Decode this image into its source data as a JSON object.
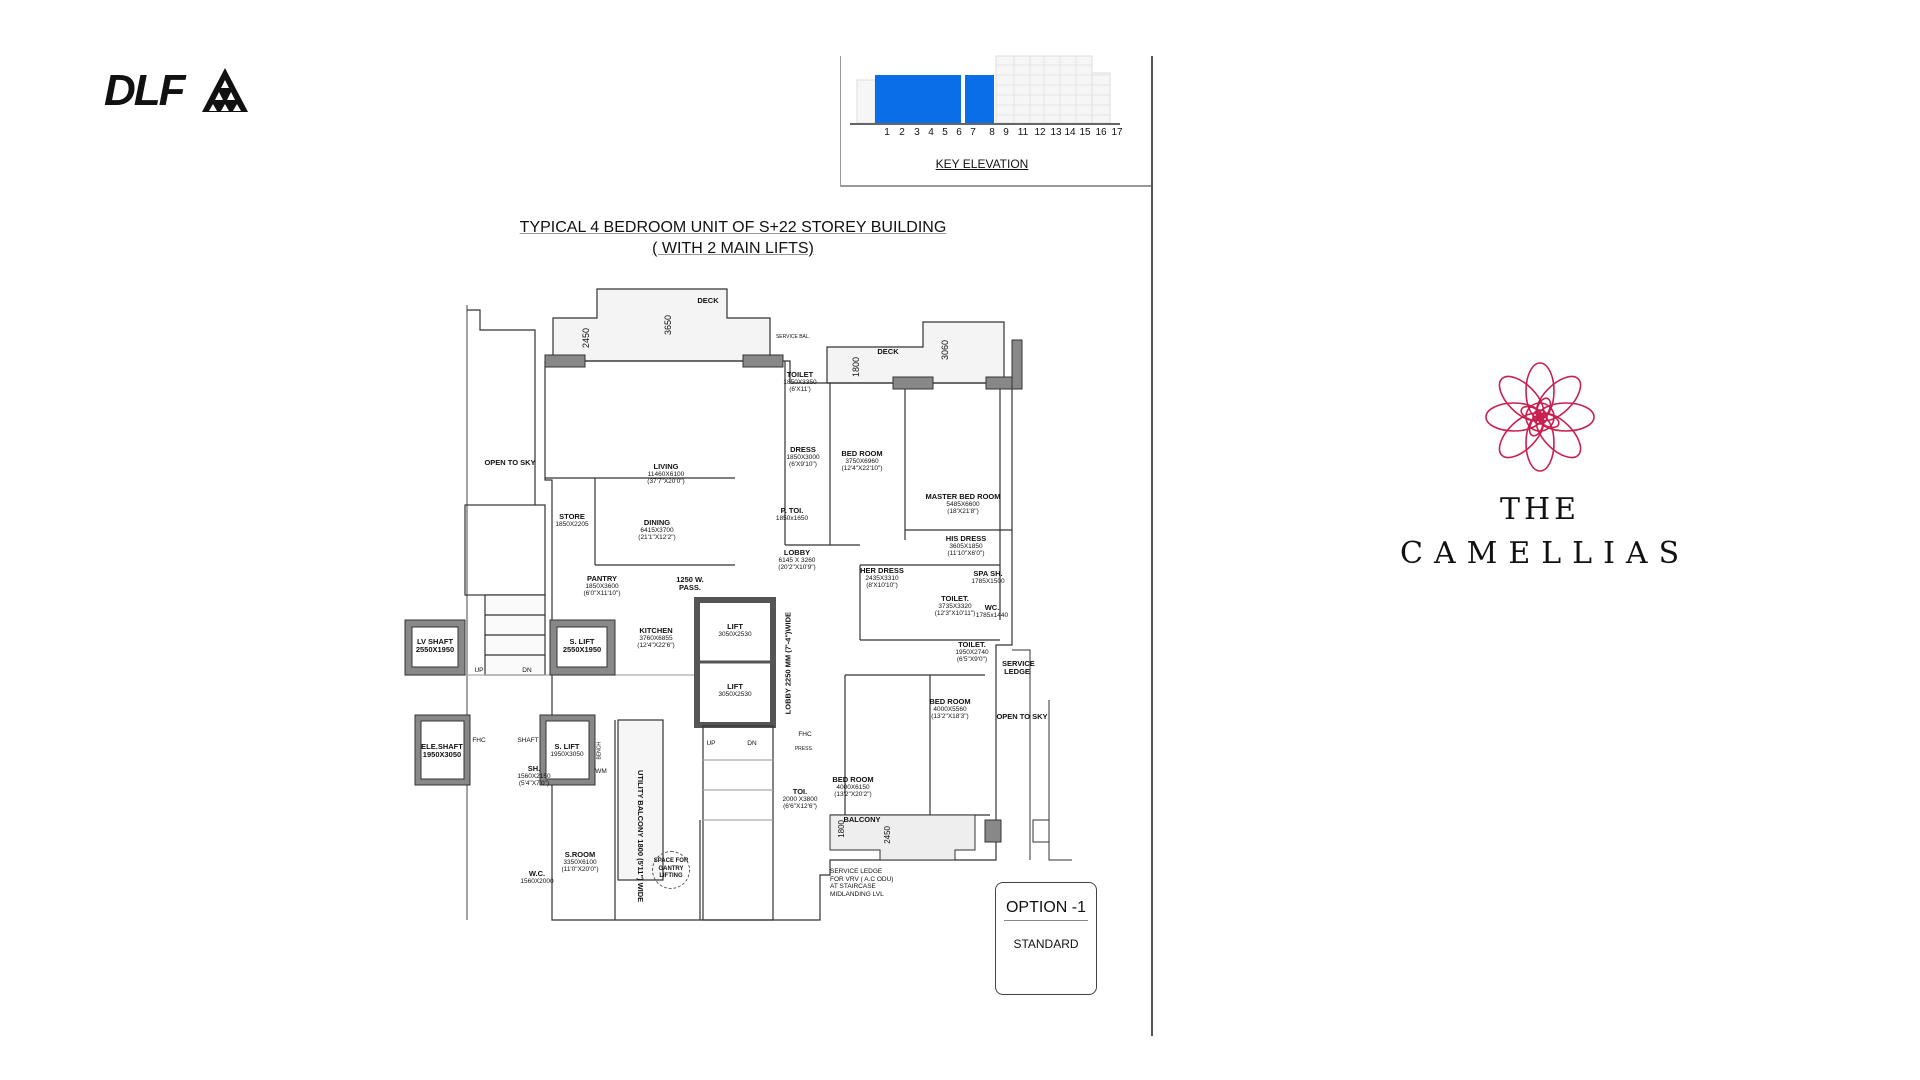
{
  "brand": {
    "dlf_logo": "DLF",
    "logo_accent": "#111111"
  },
  "key_elevation": {
    "title": "KEY ELEVATION",
    "floors": [
      "1",
      "2",
      "3",
      "4",
      "5",
      "6",
      "7",
      "8",
      "9",
      "11",
      "12",
      "13",
      "14",
      "15",
      "16",
      "17"
    ],
    "highlighted_floors": [
      "2",
      "3",
      "4",
      "5",
      "6",
      "7",
      "8",
      "9"
    ],
    "highlight_color": "#0a6ee8"
  },
  "plan": {
    "title_line1": "TYPICAL 4 BEDROOM UNIT OF S+22  STOREY BUILDING",
    "title_line2": "( WITH 2 MAIN LIFTS)",
    "rooms": [
      {
        "name": "LIVING",
        "dims": "11460X6100",
        "imperial": "(37'7\"X20'0\")"
      },
      {
        "name": "DINING",
        "dims": "6415X3700",
        "imperial": "(21'1\"X12'2\")"
      },
      {
        "name": "STORE",
        "dims": "1850X2205",
        "imperial": ""
      },
      {
        "name": "TOILET",
        "dims": "1850X3350",
        "imperial": "(6'X11')"
      },
      {
        "name": "DRESS",
        "dims": "1850X3000",
        "imperial": "(6'X9'10\")"
      },
      {
        "name": "BED ROOM",
        "dims": "3750X6960",
        "imperial": "(12'4\"X22'10\")"
      },
      {
        "name": "P. TOI.",
        "dims": "1850x1650",
        "imperial": ""
      },
      {
        "name": "LOBBY",
        "dims": "6145 X 3260",
        "imperial": "(20'2\"X10'9\")"
      },
      {
        "name": "MASTER BED ROOM",
        "dims": "5485X6600",
        "imperial": "(18'X21'8\")"
      },
      {
        "name": "HIS DRESS",
        "dims": "3605X1850",
        "imperial": "(11'10\"X6'0\")"
      },
      {
        "name": "HER DRESS",
        "dims": "2435X3310",
        "imperial": "(8'X10'10\")"
      },
      {
        "name": "SPA SH.",
        "dims": "1785X1500",
        "imperial": ""
      },
      {
        "name": "TOILET.",
        "dims": "3735X3320",
        "imperial": "(12'3\"X10'11\")"
      },
      {
        "name": "WC.",
        "dims": "1785x1440",
        "imperial": ""
      },
      {
        "name": "PANTRY",
        "dims": "1850X3600",
        "imperial": "(6'0\"X11'10\")"
      },
      {
        "name": "1250 W.",
        "dims": "PASS.",
        "imperial": ""
      },
      {
        "name": "KITCHEN",
        "dims": "3760X6855",
        "imperial": "(12'4\"X22'6\")"
      },
      {
        "name": "LV SHAFT",
        "dims": "2550X1950",
        "imperial": ""
      },
      {
        "name": "S. LIFT",
        "dims": "2550X1950",
        "imperial": ""
      },
      {
        "name": "LIFT",
        "dims": "3050X2530",
        "imperial": ""
      },
      {
        "name": "LIFT",
        "dims": "3050X2530",
        "imperial": ""
      },
      {
        "name": "ELE.SHAFT",
        "dims": "1950X3050",
        "imperial": ""
      },
      {
        "name": "S. LIFT",
        "dims": "1950X3050",
        "imperial": ""
      },
      {
        "name": "TOI.",
        "dims": "2000 X3800",
        "imperial": "(6'6\"X12'6\")"
      },
      {
        "name": "TOILET.",
        "dims": "1950X2740",
        "imperial": "(6'5\"X9'0\")"
      },
      {
        "name": "BED ROOM",
        "dims": "4000X5560",
        "imperial": "(13'2\"X18'3\")"
      },
      {
        "name": "BED ROOM",
        "dims": "4000X6150",
        "imperial": "(13'2\"X20'2\")"
      },
      {
        "name": "S.ROOM",
        "dims": "3350X6100",
        "imperial": "(11'0\"X20'0\")"
      },
      {
        "name": "W.C.",
        "dims": "1560X2000",
        "imperial": ""
      },
      {
        "name": "SH.",
        "dims": "1560X2150",
        "imperial": "(5'4\"X7'0\")"
      }
    ],
    "labels": {
      "deck": "DECK",
      "service_bal": "SERVICE BAL.",
      "open_to_sky": "OPEN TO SKY",
      "service_ledge": "SERVICE LEDGE",
      "balcony": "BALCONY",
      "fhc": "FHC",
      "shaft": "SHAFT",
      "bench": "BENCH",
      "wm": "WM",
      "pressure": "PRESS.",
      "up": "UP",
      "dn": "DN",
      "lobby_wide": "LOBBY 2250 MM (7'-4\")WIDE",
      "utility_balcony": "UTILITY BALCONY 1800 (5'11\") WIDE",
      "gantry": "SPACE FOR GANTRY LIFTING",
      "ledge_note": "SERVICE LEDGE FOR VRV ( A.C ODU) AT STAIRCASE MIDLANDING LVL",
      "dim_3650": "3650",
      "dim_2450": "2450",
      "dim_1800": "1800",
      "dim_3060": "3060",
      "dim_2450b": "2450"
    }
  },
  "option": {
    "label": "OPTION -1",
    "variant": "STANDARD"
  },
  "project": {
    "line1": "THE",
    "line2": "CAMELLIAS",
    "flower_color": "#c8204f"
  }
}
